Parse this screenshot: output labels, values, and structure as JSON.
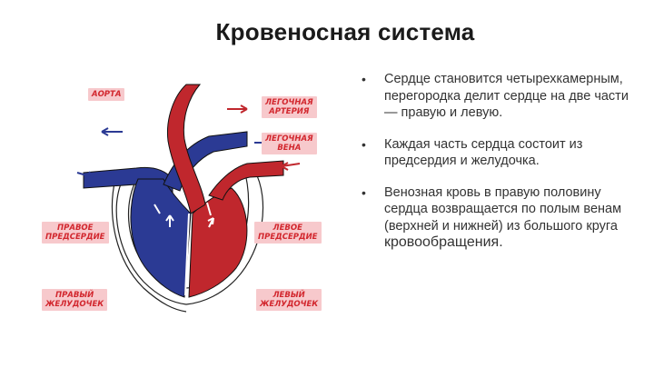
{
  "title": "Кровеносная система",
  "labels": {
    "aorta": "АОРТА",
    "pulmonary_artery": [
      "ЛЕГОЧНАЯ",
      "АРТЕРИЯ"
    ],
    "pulmonary_vein": [
      "ЛЕГОЧНАЯ",
      "ВЕНА"
    ],
    "right_atrium": [
      "ПРАВОЕ",
      "ПРЕДСЕРДИЕ"
    ],
    "left_atrium": [
      "ЛЕВОЕ",
      "ПРЕДСЕРДИЕ"
    ],
    "right_ventricle": [
      "ПРАВЫЙ",
      "ЖЕЛУДОЧЕК"
    ],
    "left_ventricle": [
      "ЛЕВЫЙ",
      "ЖЕЛУДОЧЕК"
    ]
  },
  "bullets": [
    "Сердце становится четырехкамерным, перегородка делит сердце на две части — правую и левую.",
    "Каждая часть сердца состоит из предсердия и желудочка.",
    "Венозная кровь в правую половину сердца возвращается по полым венам (верхней и нижней) из большого круга"
  ],
  "bullet3_tail": "кровообращения.",
  "colors": {
    "venous": "#2b3a94",
    "arterial": "#c0272d",
    "label_bg": "#f7c9cc",
    "label_text": "#d2272e"
  }
}
